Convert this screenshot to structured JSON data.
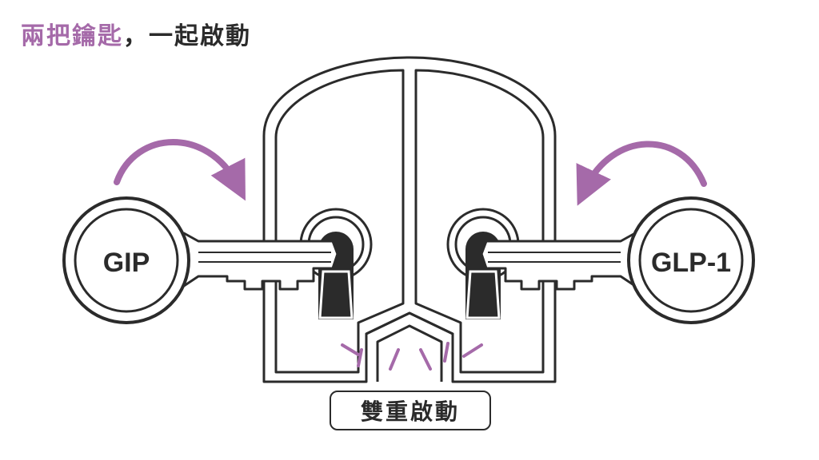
{
  "title": {
    "highlight": "兩把鑰匙",
    "rest": "，一起啟動"
  },
  "keys": {
    "left": {
      "label": "GIP"
    },
    "right": {
      "label": "GLP-1"
    }
  },
  "caption": "雙重啟動",
  "colors": {
    "accent": "#a56aa9",
    "ink": "#2b2b2b"
  }
}
